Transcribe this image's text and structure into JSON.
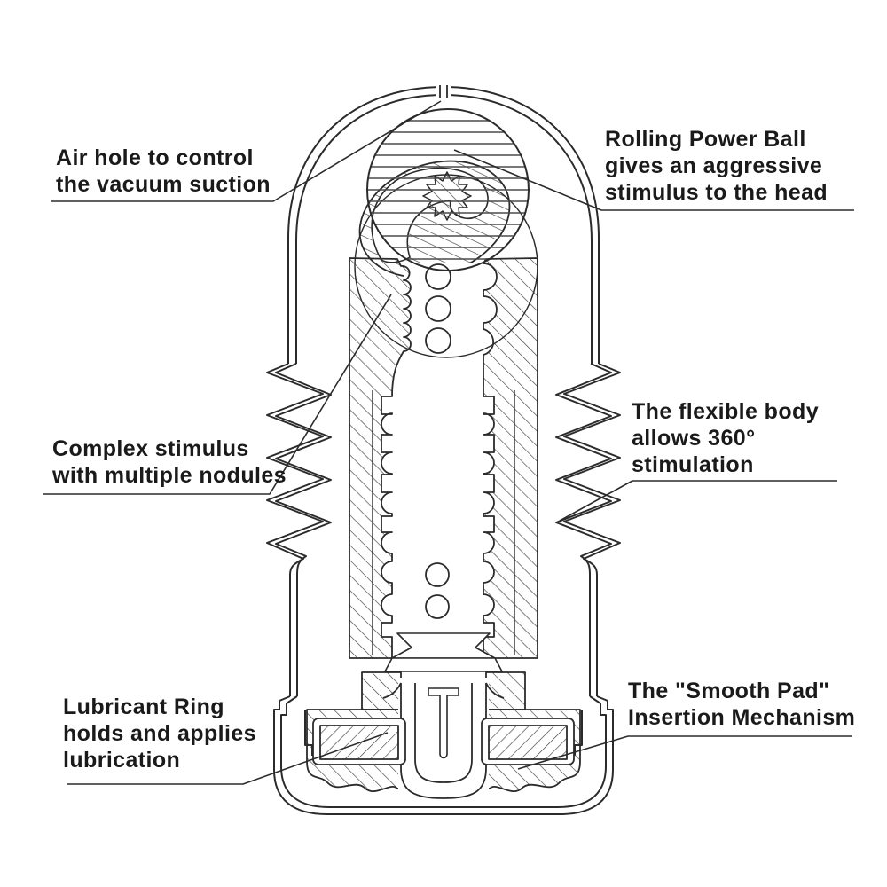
{
  "figure": {
    "background_color": "#ffffff",
    "line_color": "#2b2b2b",
    "text_color": "#1a1a1a"
  },
  "annotations": [
    {
      "id": "air-hole",
      "lines": [
        "Air hole to control",
        "the vacuum suction"
      ]
    },
    {
      "id": "rolling-power-ball",
      "lines": [
        "Rolling Power Ball",
        "gives an aggressive",
        "stimulus to the head"
      ]
    },
    {
      "id": "complex-stimulus",
      "lines": [
        "Complex stimulus",
        "with multiple nodules"
      ]
    },
    {
      "id": "flexible-body",
      "lines": [
        "The flexible body",
        "allows 360°",
        "stimulation"
      ]
    },
    {
      "id": "lubricant-ring",
      "lines": [
        "Lubricant Ring",
        "holds and applies",
        "lubrication"
      ]
    },
    {
      "id": "smooth-pad",
      "lines": [
        "The \"Smooth Pad\"",
        "Insertion Mechanism"
      ]
    }
  ]
}
